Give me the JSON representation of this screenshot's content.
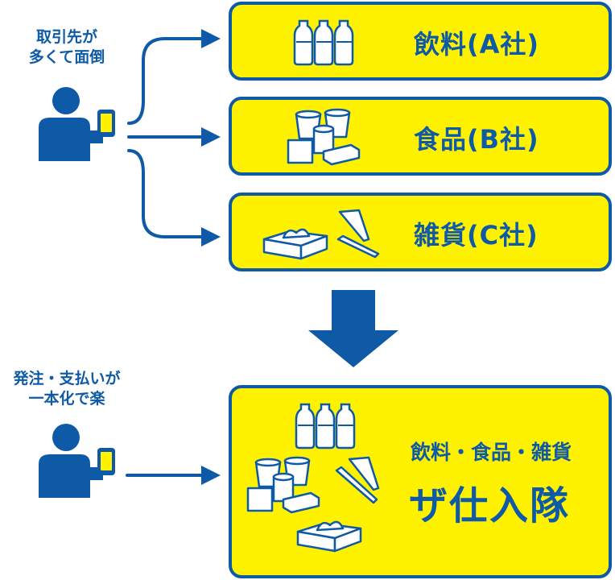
{
  "colors": {
    "blue": "#0e5aa7",
    "yellow": "#fff200",
    "white": "#ffffff"
  },
  "before": {
    "caption_line1": "取引先が",
    "caption_line2": "多くて面倒",
    "suppliers": [
      {
        "label": "飲料(A社)",
        "icon": "bottles-icon"
      },
      {
        "label": "食品(B社)",
        "icon": "food-cups-boxes-icon"
      },
      {
        "label": "雑貨(C社)",
        "icon": "tissue-toothbrush-icon"
      }
    ]
  },
  "after": {
    "caption_line1": "発注・支払いが",
    "caption_line2": "一本化で楽",
    "box_subtitle": "飲料・食品・雑貨",
    "brand": "ザ仕入隊"
  }
}
